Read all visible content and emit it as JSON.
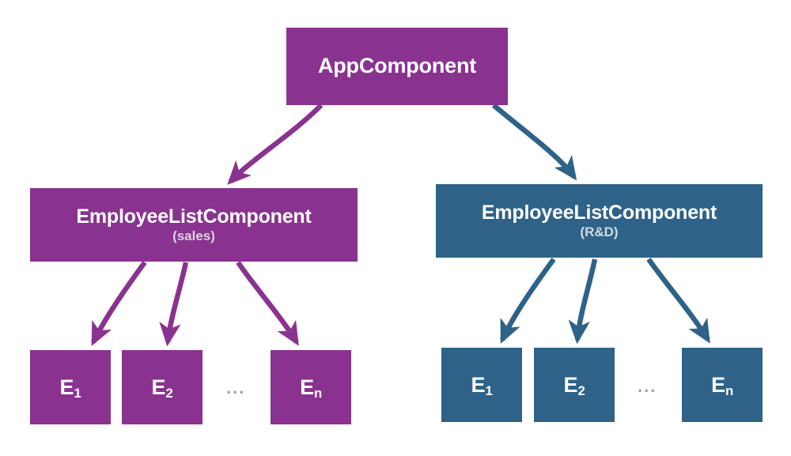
{
  "diagram": {
    "title": "Angular component tree with two EmployeeListComponent branches",
    "colors": {
      "purple": "#8A3290",
      "blue": "#2E6288",
      "purple_subtitle": "#DDD3E2",
      "blue_subtitle": "#CFDBE5",
      "ellipsis": "#9AA2AB",
      "background": "#FFFFFF",
      "text": "#FFFFFF"
    },
    "root": {
      "label": "AppComponent",
      "color": "purple"
    },
    "branches": [
      {
        "id": "sales",
        "color": "purple",
        "parent": {
          "label": "EmployeeListComponent",
          "subtitle": "(sales)"
        },
        "ellipsis": "...",
        "leaves": [
          {
            "label": "E",
            "subscript": "1"
          },
          {
            "label": "E",
            "subscript": "2"
          },
          {
            "label": "E",
            "subscript": "n"
          }
        ]
      },
      {
        "id": "rnd",
        "color": "blue",
        "parent": {
          "label": "EmployeeListComponent",
          "subtitle": "(R&D)"
        },
        "ellipsis": "...",
        "leaves": [
          {
            "label": "E",
            "subscript": "1"
          },
          {
            "label": "E",
            "subscript": "2"
          },
          {
            "label": "E",
            "subscript": "n"
          }
        ]
      }
    ],
    "edges": [
      {
        "from": "AppComponent",
        "to": "EmployeeListComponent (sales)",
        "color": "purple"
      },
      {
        "from": "AppComponent",
        "to": "EmployeeListComponent (R&D)",
        "color": "blue"
      },
      {
        "from": "EmployeeListComponent (sales)",
        "to": "E1",
        "color": "purple"
      },
      {
        "from": "EmployeeListComponent (sales)",
        "to": "E2",
        "color": "purple"
      },
      {
        "from": "EmployeeListComponent (sales)",
        "to": "En",
        "color": "purple"
      },
      {
        "from": "EmployeeListComponent (R&D)",
        "to": "E1",
        "color": "blue"
      },
      {
        "from": "EmployeeListComponent (R&D)",
        "to": "E2",
        "color": "blue"
      },
      {
        "from": "EmployeeListComponent (R&D)",
        "to": "En",
        "color": "blue"
      }
    ]
  }
}
